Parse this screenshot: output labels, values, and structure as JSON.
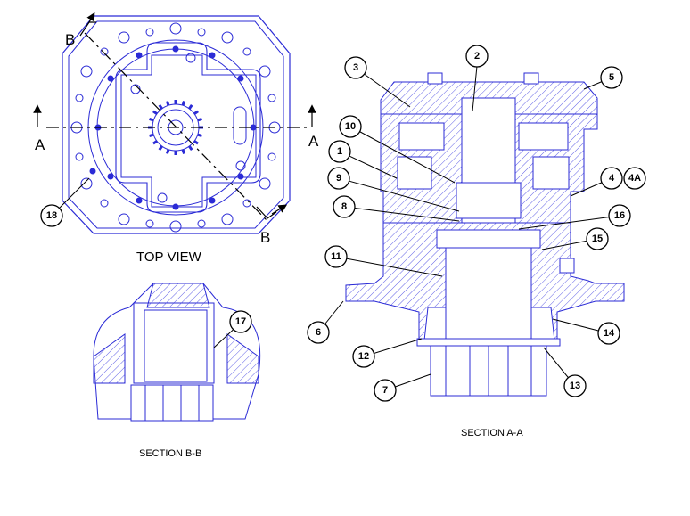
{
  "captions": {
    "top_view": "TOP VIEW",
    "section_aa": "SECTION A-A",
    "section_bb": "SECTION B-B"
  },
  "section_markers": {
    "a_left": "A",
    "a_right": "A",
    "b_top": "B",
    "b_bottom": "B"
  },
  "callouts": {
    "c1": "1",
    "c2": "2",
    "c3": "3",
    "c4": "4",
    "c4a": "4A",
    "c5": "5",
    "c6": "6",
    "c7": "7",
    "c8": "8",
    "c9": "9",
    "c10": "10",
    "c11": "11",
    "c12": "12",
    "c13": "13",
    "c14": "14",
    "c15": "15",
    "c16": "16",
    "c17": "17",
    "c18": "18"
  },
  "colors": {
    "line": "#2b2bd6",
    "hatch": "#3a3ae0",
    "callout_stroke": "#000000"
  }
}
